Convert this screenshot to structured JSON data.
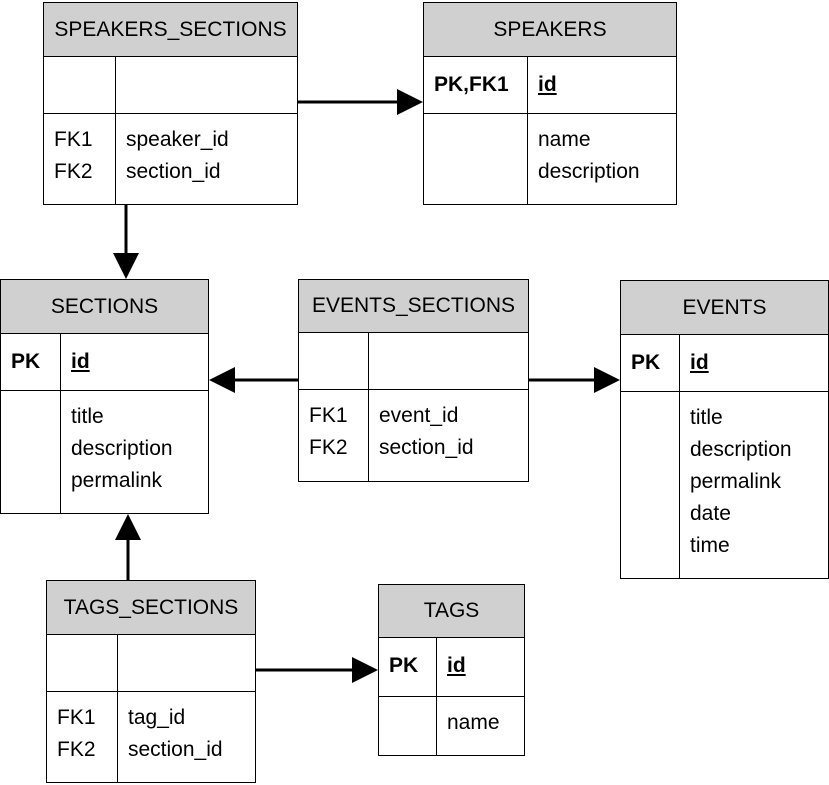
{
  "tables": {
    "speakers_sections": {
      "name": "SPEAKERS_SECTIONS",
      "key_col": "",
      "key_field": "",
      "fk_col": "FK1\nFK2",
      "fields": "speaker_id\nsection_id"
    },
    "speakers": {
      "name": "SPEAKERS",
      "key_col": "PK,FK1",
      "key_field": "id",
      "fk_col": "",
      "fields": "name\ndescription"
    },
    "sections": {
      "name": "SECTIONS",
      "key_col": "PK",
      "key_field": "id",
      "fk_col": "",
      "fields": "title\ndescription\npermalink"
    },
    "events_sections": {
      "name": "EVENTS_SECTIONS",
      "key_col": "",
      "key_field": "",
      "fk_col": "FK1\nFK2",
      "fields": "event_id\nsection_id"
    },
    "events": {
      "name": "EVENTS",
      "key_col": "PK",
      "key_field": "id",
      "fk_col": "",
      "fields": "title\ndescription\npermalink\ndate\ntime"
    },
    "tags_sections": {
      "name": "TAGS_SECTIONS",
      "key_col": "",
      "key_field": "",
      "fk_col": "FK1\nFK2",
      "fields": "tag_id\nsection_id"
    },
    "tags": {
      "name": "TAGS",
      "key_col": "PK",
      "key_field": "id",
      "fk_col": "",
      "fields": "name"
    }
  },
  "colors": {
    "header_bg": "#d0d0d0",
    "border": "#000000",
    "arrow": "#000000"
  }
}
